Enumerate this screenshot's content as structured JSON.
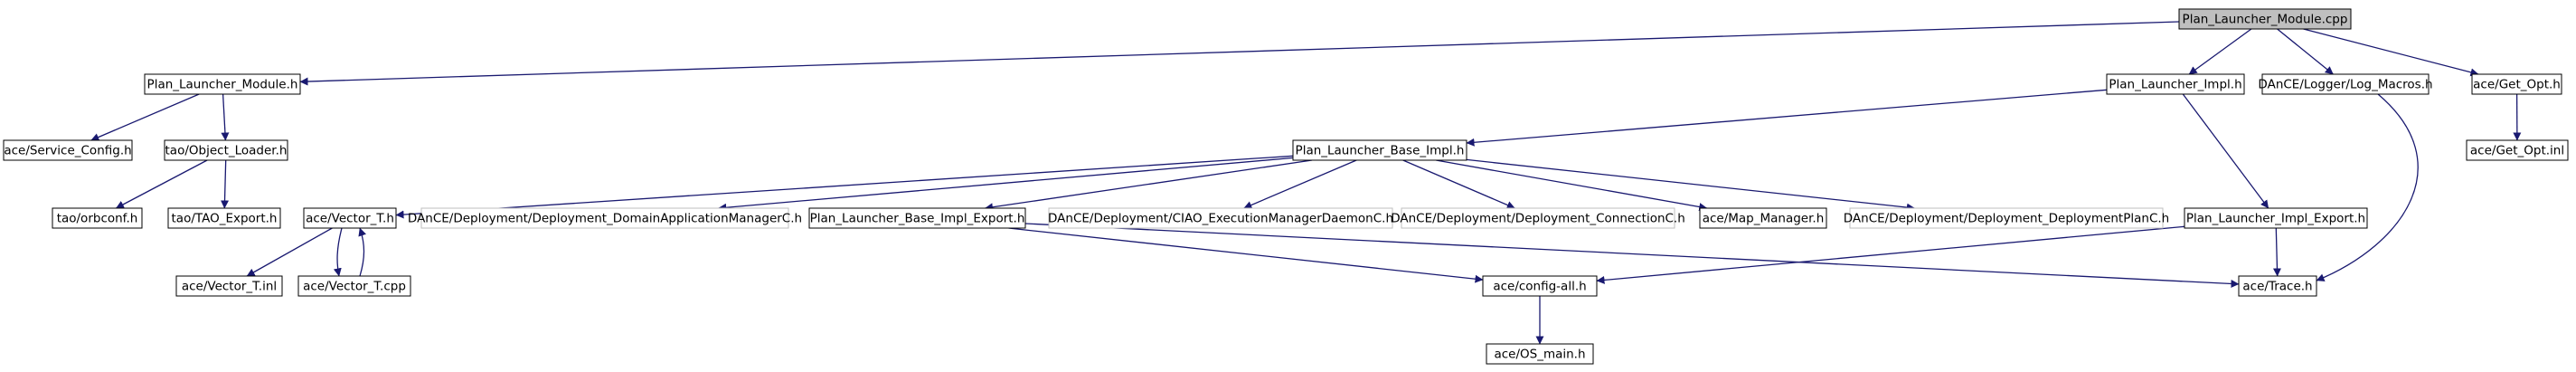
{
  "title": "Plan_Launcher_Module.cpp",
  "nodes": [
    {
      "id": "root",
      "label": "Plan_Launcher_Module.cpp",
      "style": "root",
      "link": false
    },
    {
      "id": "plm_h",
      "label": "Plan_Launcher_Module.h",
      "style": "normal",
      "link": true
    },
    {
      "id": "pli_h",
      "label": "Plan_Launcher_Impl.h",
      "style": "normal",
      "link": true
    },
    {
      "id": "logm_h",
      "label": "DAnCE/Logger/Log_Macros.h",
      "style": "normal",
      "link": true
    },
    {
      "id": "getopt_h",
      "label": "ace/Get_Opt.h",
      "style": "normal",
      "link": true
    },
    {
      "id": "svc_h",
      "label": "ace/Service_Config.h",
      "style": "normal",
      "link": true
    },
    {
      "id": "objl_h",
      "label": "tao/Object_Loader.h",
      "style": "normal",
      "link": true
    },
    {
      "id": "plbi_h",
      "label": "Plan_Launcher_Base_Impl.h",
      "style": "normal",
      "link": true
    },
    {
      "id": "getopt_inl",
      "label": "ace/Get_Opt.inl",
      "style": "normal",
      "link": true
    },
    {
      "id": "orbconf_h",
      "label": "tao/orbconf.h",
      "style": "normal",
      "link": true
    },
    {
      "id": "taoexp_h",
      "label": "tao/TAO_Export.h",
      "style": "normal",
      "link": true
    },
    {
      "id": "vect_h",
      "label": "ace/Vector_T.h",
      "style": "normal",
      "link": true
    },
    {
      "id": "ddam_h",
      "label": "DAnCE/Deployment/Deployment_DomainApplicationManagerC.h",
      "style": "missing",
      "link": false
    },
    {
      "id": "plbie_h",
      "label": "Plan_Launcher_Base_Impl_Export.h",
      "style": "normal",
      "link": true
    },
    {
      "id": "ciao_h",
      "label": "DAnCE/Deployment/CIAO_ExecutionManagerDaemonC.h",
      "style": "missing",
      "link": false
    },
    {
      "id": "dconn_h",
      "label": "DAnCE/Deployment/Deployment_ConnectionC.h",
      "style": "missing",
      "link": false
    },
    {
      "id": "mapm_h",
      "label": "ace/Map_Manager.h",
      "style": "normal",
      "link": true
    },
    {
      "id": "ddp_h",
      "label": "DAnCE/Deployment/Deployment_DeploymentPlanC.h",
      "style": "missing",
      "link": false
    },
    {
      "id": "plie_h",
      "label": "Plan_Launcher_Impl_Export.h",
      "style": "normal",
      "link": true
    },
    {
      "id": "vect_inl",
      "label": "ace/Vector_T.inl",
      "style": "normal",
      "link": true
    },
    {
      "id": "vect_cpp",
      "label": "ace/Vector_T.cpp",
      "style": "normal",
      "link": true
    },
    {
      "id": "cfgall_h",
      "label": "ace/config-all.h",
      "style": "normal",
      "link": true
    },
    {
      "id": "trace_h",
      "label": "ace/Trace.h",
      "style": "normal",
      "link": true
    },
    {
      "id": "osmain_h",
      "label": "ace/OS_main.h",
      "style": "normal",
      "link": true
    }
  ],
  "edges": [
    {
      "from": "root",
      "to": "plm_h"
    },
    {
      "from": "root",
      "to": "pli_h"
    },
    {
      "from": "root",
      "to": "logm_h"
    },
    {
      "from": "root",
      "to": "getopt_h"
    },
    {
      "from": "plm_h",
      "to": "svc_h"
    },
    {
      "from": "plm_h",
      "to": "objl_h"
    },
    {
      "from": "objl_h",
      "to": "orbconf_h"
    },
    {
      "from": "objl_h",
      "to": "taoexp_h"
    },
    {
      "from": "getopt_h",
      "to": "getopt_inl"
    },
    {
      "from": "pli_h",
      "to": "plbi_h"
    },
    {
      "from": "pli_h",
      "to": "plie_h"
    },
    {
      "from": "logm_h",
      "to": "trace_h"
    },
    {
      "from": "plbi_h",
      "to": "vect_h"
    },
    {
      "from": "plbi_h",
      "to": "ddam_h"
    },
    {
      "from": "plbi_h",
      "to": "plbie_h"
    },
    {
      "from": "plbi_h",
      "to": "ciao_h"
    },
    {
      "from": "plbi_h",
      "to": "dconn_h"
    },
    {
      "from": "plbi_h",
      "to": "mapm_h"
    },
    {
      "from": "plbi_h",
      "to": "ddp_h"
    },
    {
      "from": "vect_h",
      "to": "vect_inl"
    },
    {
      "from": "vect_h",
      "to": "vect_cpp"
    },
    {
      "from": "vect_cpp",
      "to": "vect_h"
    },
    {
      "from": "plbie_h",
      "to": "cfgall_h"
    },
    {
      "from": "plbie_h",
      "to": "trace_h"
    },
    {
      "from": "plie_h",
      "to": "cfgall_h"
    },
    {
      "from": "plie_h",
      "to": "trace_h"
    },
    {
      "from": "cfgall_h",
      "to": "osmain_h"
    }
  ]
}
